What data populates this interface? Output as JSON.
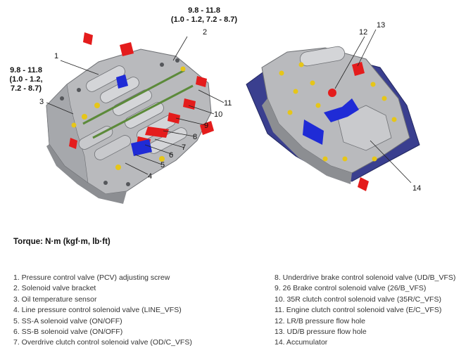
{
  "torque_specs": {
    "top": {
      "line1": "9.8 - 11.8",
      "line2": "(1.0 - 1.2, 7.2 - 8.7)"
    },
    "left": {
      "line1": "9.8 - 11.8",
      "line2": "(1.0 - 1.2,",
      "line3": "7.2 - 8.7)"
    }
  },
  "callouts": {
    "n1": "1",
    "n2": "2",
    "n3": "3",
    "n4": "4",
    "n5": "5",
    "n6": "6",
    "n7": "7",
    "n8": "8",
    "n9": "9",
    "n10": "10",
    "n11": "11",
    "n12": "12",
    "n13": "13",
    "n14": "14"
  },
  "torque_heading": "Torque: N·m (kgf·m, lb·ft)",
  "legend_left": [
    "1. Pressure control valve (PCV) adjusting screw",
    "2. Solenoid valve bracket",
    "3. Oil temperature sensor",
    "4. Line pressure control solenoid valve (LINE_VFS)",
    "5. SS-A solenoid valve (ON/OFF)",
    "6. SS-B solenoid valve (ON/OFF)",
    "7. Overdrive clutch control solenoid valve (OD/C_VFS)"
  ],
  "legend_right": [
    "8. Underdrive brake control solenoid valve (UD/B_VFS)",
    "9. 26 Brake control solenoid valve (26/B_VFS)",
    "10. 35R clutch control solenoid valve (35R/C_VFS)",
    "11. Engine clutch control solenoid valve (E/C_VFS)",
    "12. LR/B pressure flow hole",
    "13. UD/B pressure flow hole",
    "14. Accumulator"
  ],
  "colors": {
    "body_gray": "#b9babd",
    "dark_gray": "#6e7074",
    "accent_red": "#e41c1c",
    "accent_blue": "#1f2bd6",
    "accent_yellow": "#e6c619",
    "accent_green": "#5c8a3a",
    "plate_navy": "#3a3f8f"
  }
}
